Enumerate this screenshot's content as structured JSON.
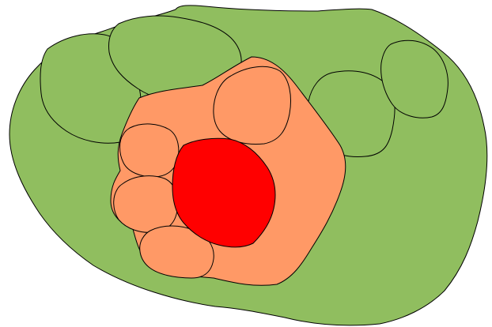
{
  "diagram": {
    "type": "nested-blob-diagram",
    "colors": {
      "background": "#ffffff",
      "outline": "#000000",
      "outer_region": "#90BE5F",
      "outer_subregion": "#90BE5F",
      "middle_region": "#FF9966",
      "middle_subregion": "#FF9966",
      "core_region": "#FF0000"
    },
    "regions": [
      {
        "name": "outer-region",
        "level": "outer",
        "color_key": "outer_region"
      },
      {
        "name": "outer-lobe-upper-left",
        "level": "outer-sub",
        "color_key": "outer_subregion"
      },
      {
        "name": "outer-lobe-top",
        "level": "outer-sub",
        "color_key": "outer_subregion"
      },
      {
        "name": "outer-lobe-right-inner",
        "level": "outer-sub",
        "color_key": "outer_subregion"
      },
      {
        "name": "outer-lobe-right-outer",
        "level": "outer-sub",
        "color_key": "outer_subregion"
      },
      {
        "name": "middle-region",
        "level": "middle",
        "color_key": "middle_region"
      },
      {
        "name": "middle-lobe-top",
        "level": "middle-sub",
        "color_key": "middle_subregion"
      },
      {
        "name": "middle-lobe-left-upper",
        "level": "middle-sub",
        "color_key": "middle_subregion"
      },
      {
        "name": "middle-lobe-left-lower",
        "level": "middle-sub",
        "color_key": "middle_subregion"
      },
      {
        "name": "middle-lobe-bottom",
        "level": "middle-sub",
        "color_key": "middle_subregion"
      },
      {
        "name": "core-region",
        "level": "core",
        "color_key": "core_region"
      }
    ]
  }
}
